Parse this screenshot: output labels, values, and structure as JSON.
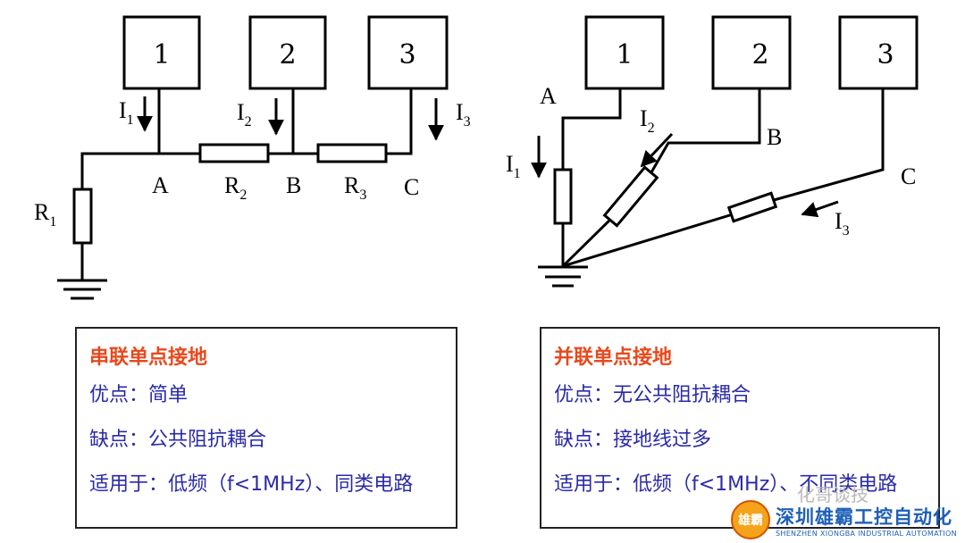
{
  "left_diagram": {
    "boxes": [
      "1",
      "2",
      "3"
    ],
    "currents": [
      {
        "main": "I",
        "sub": "1"
      },
      {
        "main": "I",
        "sub": "2"
      },
      {
        "main": "I",
        "sub": "3"
      }
    ],
    "nodes": [
      "A",
      "B",
      "C"
    ],
    "resistors": [
      {
        "main": "R",
        "sub": "1"
      },
      {
        "main": "R",
        "sub": "2"
      },
      {
        "main": "R",
        "sub": "3"
      }
    ]
  },
  "right_diagram": {
    "boxes": [
      "1",
      "2",
      "3"
    ],
    "nodes": [
      "A",
      "B",
      "C"
    ],
    "currents": [
      {
        "main": "I",
        "sub": "1"
      },
      {
        "main": "I",
        "sub": "2"
      },
      {
        "main": "I",
        "sub": "3"
      }
    ]
  },
  "left_panel": {
    "title": "串联单点接地",
    "advantage": "优点：简单",
    "disadvantage": "缺点：公共阻抗耦合",
    "applicable": "适用于：低频（f<1MHz）、同类电路"
  },
  "right_panel": {
    "title": "并联单点接地",
    "advantage": "优点：无公共阻抗耦合",
    "disadvantage": "缺点：接地线过多",
    "applicable": "适用于：低频（f<1MHz）、不同类电路"
  },
  "watermark": {
    "name": "深圳雄霸工控自动化",
    "subtitle": "SHENZHEN XIONGBA INDUSTRIAL AUTOMATION",
    "logo_text": "雄霸",
    "overlay": "化哥谈技"
  }
}
